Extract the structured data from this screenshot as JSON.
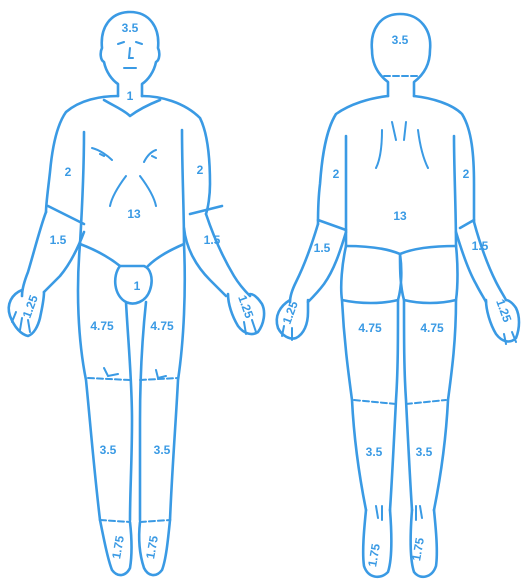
{
  "colors": {
    "ink": "#3a9ae4",
    "background": "#ffffff"
  },
  "front": {
    "head": "3.5",
    "neck": "1",
    "trunk": "13",
    "upper_arm_right": "2",
    "upper_arm_left": "2",
    "forearm_right": "1.5",
    "forearm_left": "1.5",
    "hand_right": "1.25",
    "hand_left": "1.25",
    "genitals": "1",
    "thigh_right": "4.75",
    "thigh_left": "4.75",
    "leg_right": "3.5",
    "leg_left": "3.5",
    "foot_right": "1.75",
    "foot_left": "1.75"
  },
  "back": {
    "head": "3.5",
    "trunk": "13",
    "upper_arm_left": "2",
    "upper_arm_right": "2",
    "forearm_left": "1.5",
    "forearm_right": "1.5",
    "hand_left": "1.25",
    "hand_right": "1.25",
    "thigh_left": "4.75",
    "thigh_right": "4.75",
    "leg_left": "3.5",
    "leg_right": "3.5",
    "foot_left": "1.75",
    "foot_right": "1.75"
  }
}
